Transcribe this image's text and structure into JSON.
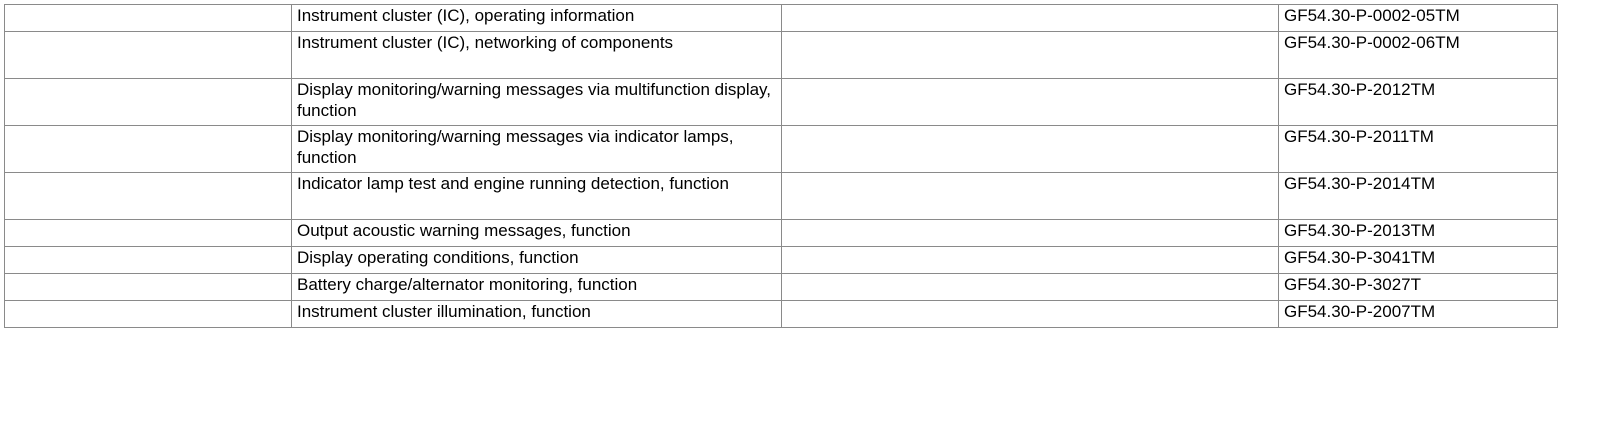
{
  "table": {
    "rows": [
      {
        "description": "Instrument cluster (IC), operating information",
        "document": "GF54.30-P-0002-05TM",
        "lines": 1
      },
      {
        "description": "Instrument cluster (IC), networking of components",
        "document": "GF54.30-P-0002-06TM",
        "lines": 2
      },
      {
        "description": "Display monitoring/warning messages via multifunction display, function",
        "document": "GF54.30-P-2012TM",
        "lines": 2
      },
      {
        "description": "Display monitoring/warning messages via indicator lamps, function",
        "document": "GF54.30-P-2011TM",
        "lines": 2
      },
      {
        "description": "Indicator lamp test and engine running detection, function",
        "document": "GF54.30-P-2014TM",
        "lines": 2
      },
      {
        "description": "Output acoustic warning messages, function",
        "document": "GF54.30-P-2013TM",
        "lines": 1
      },
      {
        "description": "Display operating conditions, function",
        "document": "GF54.30-P-3041TM",
        "lines": 1
      },
      {
        "description": "Battery charge/alternator monitoring, function",
        "document": "GF54.30-P-3027T",
        "lines": 1
      },
      {
        "description": "Instrument cluster illumination, function",
        "document": "GF54.30-P-2007TM",
        "lines": 1
      }
    ]
  }
}
